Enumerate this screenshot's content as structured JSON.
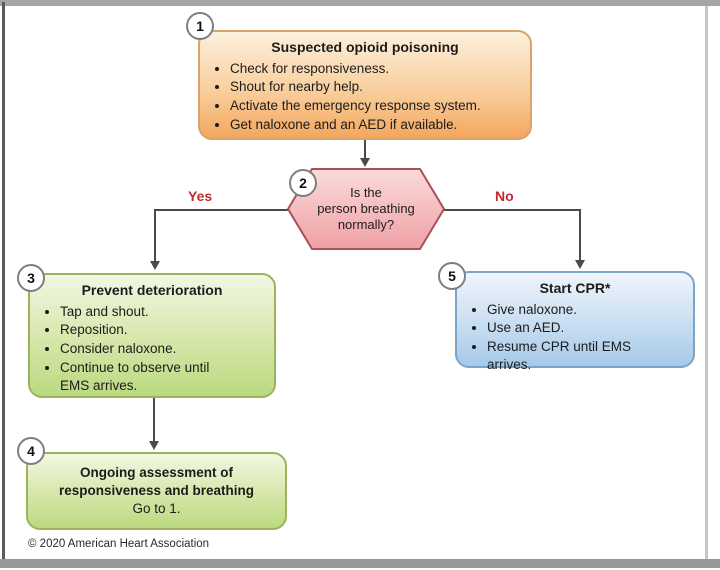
{
  "colors": {
    "orange_box_top": "#fdf0dc",
    "orange_box_bottom": "#f3a75e",
    "orange_border": "#d9a469",
    "pink_hex_top": "#fbdbda",
    "pink_hex_bottom": "#efa0a5",
    "pink_border": "#a85156",
    "green_box_top": "#f2f7e2",
    "green_box_bottom": "#bad97f",
    "green_border": "#9cb35c",
    "blue_box_top": "#eff5fc",
    "blue_box_bottom": "#a5cae9",
    "blue_border": "#7ba4c6",
    "branch_label_red": "#c22a30",
    "connector_gray": "#4a4a4a"
  },
  "boxes": {
    "box1": {
      "number": "1",
      "title": "Suspected opioid poisoning",
      "bullets": [
        "Check for responsiveness.",
        "Shout for nearby help.",
        "Activate the emergency response system.",
        "Get naloxone and an AED if available."
      ]
    },
    "box3": {
      "number": "3",
      "title": "Prevent deterioration",
      "bullets": [
        "Tap and shout.",
        "Reposition.",
        "Consider naloxone.",
        "Continue to observe until EMS arrives."
      ]
    },
    "box4": {
      "number": "4",
      "title_lines": [
        "Ongoing assessment of",
        "responsiveness and breathing"
      ],
      "subtitle": "Go to 1."
    },
    "box5": {
      "number": "5",
      "title": "Start CPR*",
      "bullets": [
        "Give naloxone.",
        "Use an AED.",
        "Resume CPR until EMS arrives."
      ]
    }
  },
  "decision": {
    "number": "2",
    "lines": [
      "Is the",
      "person breathing",
      "normally?"
    ],
    "yes_label": "Yes",
    "no_label": "No"
  },
  "footer": {
    "copyright": "© 2020 American Heart Association"
  }
}
